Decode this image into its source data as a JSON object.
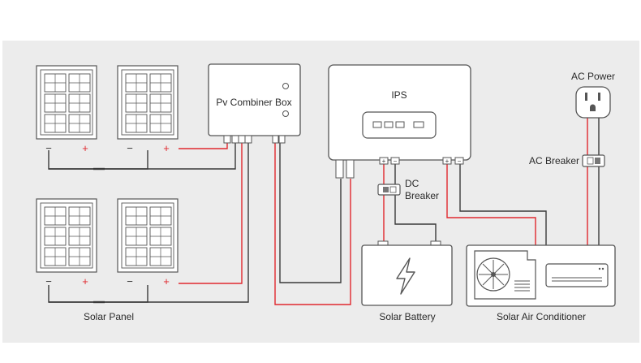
{
  "colors": {
    "panel_bg": "#ececec",
    "wire_red": "#e0282e",
    "wire_dark": "#3a3a3a",
    "device_fill": "#ffffff",
    "outline": "#555555"
  },
  "labels": {
    "pv_combiner_box": "Pv Combiner Box",
    "ips": "IPS",
    "ac_power": "AC Power",
    "ac_breaker": "AC Breaker",
    "dc_breaker_line1": "DC",
    "dc_breaker_line2": "Breaker",
    "solar_panel": "Solar Panel",
    "solar_battery": "Solar Battery",
    "solar_air_conditioner": "Solar Air Conditioner"
  },
  "terminals": {
    "minus": "−",
    "plus": "+"
  },
  "icons": {
    "battery": "lightning-bolt-icon",
    "outlet": "ac-outlet-icon",
    "ac_unit": "air-conditioner-icon"
  }
}
